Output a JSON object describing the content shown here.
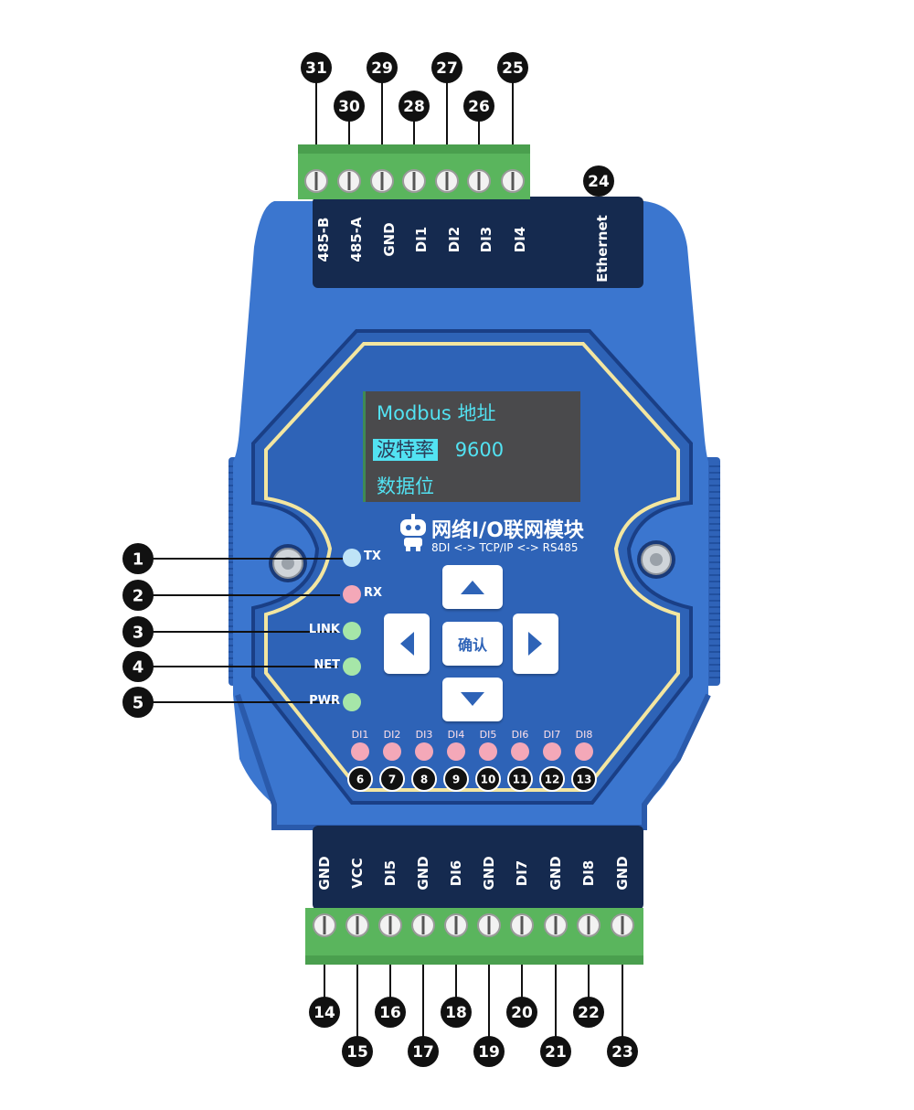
{
  "colors": {
    "body_blue": "#3b76cf",
    "body_dark": "#2a5aab",
    "panel_blue": "#2e63b7",
    "label_strip": "#152a4f",
    "terminal_green": "#5ab55d",
    "outline_yellow": "#f3e6a0",
    "oled_bg": "#4a4a4c",
    "oled_text": "#52e2f2",
    "led_tx": "#bfe4f7",
    "led_rx": "#f4a8b8",
    "led_green": "#a6e6a8",
    "led_di": "#f4a8b8",
    "callout": "#111111"
  },
  "top_terminals": {
    "labels": [
      "485-B",
      "485-A",
      "GND",
      "DI1",
      "DI2",
      "DI3",
      "DI4"
    ],
    "ethernet_label": "Ethernet"
  },
  "bottom_terminals": {
    "labels": [
      "GND",
      "VCC",
      "DI5",
      "GND",
      "DI6",
      "GND",
      "DI7",
      "GND",
      "DI8",
      "GND"
    ]
  },
  "oled": {
    "line1": "Modbus 地址",
    "line2_highlight": "波特率",
    "line2_value": "9600",
    "line3": "数据位"
  },
  "title": {
    "main": "网络I/O联网模块",
    "sub": "8DI  <-> TCP/IP <-> RS485",
    "robot_icon": "robot-icon"
  },
  "status_leds": [
    {
      "label": "TX",
      "color": "#bfe4f7"
    },
    {
      "label": "RX",
      "color": "#f4a8b8"
    },
    {
      "label": "LINK",
      "color": "#a6e6a8"
    },
    {
      "label": "NET",
      "color": "#a6e6a8"
    },
    {
      "label": "PWR",
      "color": "#a6e6a8"
    }
  ],
  "buttons": {
    "up": "up-arrow-icon",
    "down": "down-arrow-icon",
    "left": "left-arrow-icon",
    "right": "right-arrow-icon",
    "confirm_label": "确认"
  },
  "di_leds": [
    "DI1",
    "DI2",
    "DI3",
    "DI4",
    "DI5",
    "DI6",
    "DI7",
    "DI8"
  ],
  "callouts": {
    "left": [
      "1",
      "2",
      "3",
      "4",
      "5"
    ],
    "di": [
      "6",
      "7",
      "8",
      "9",
      "10",
      "11",
      "12",
      "13"
    ],
    "bottom": [
      "14",
      "15",
      "16",
      "17",
      "18",
      "19",
      "20",
      "21",
      "22",
      "23"
    ],
    "ethernet": "24",
    "top": [
      "25",
      "26",
      "27",
      "28",
      "29",
      "30",
      "31"
    ]
  }
}
